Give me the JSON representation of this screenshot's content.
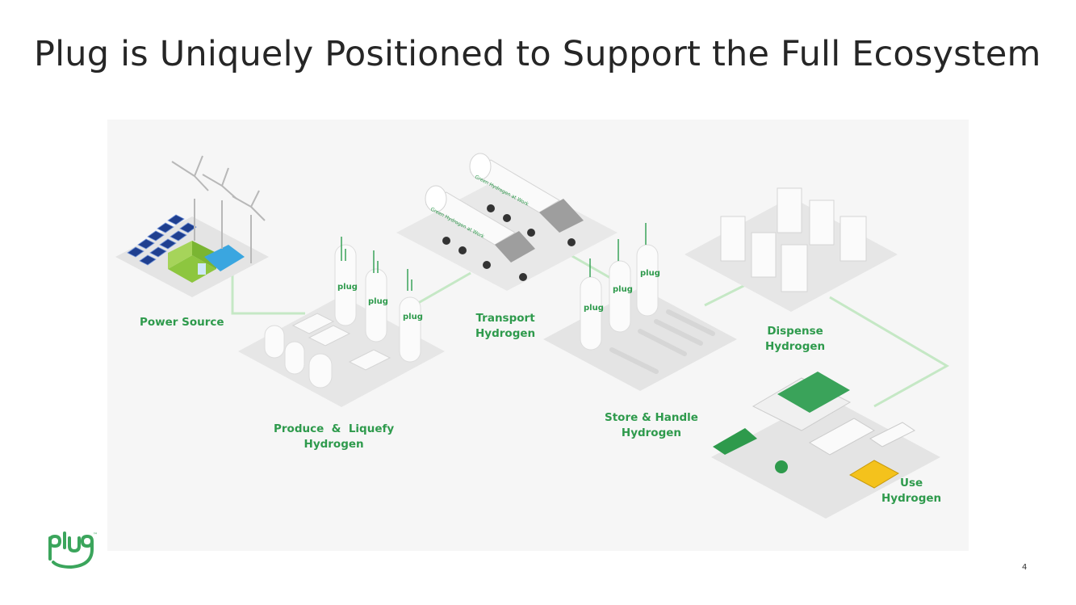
{
  "slide": {
    "title": "Plug is Uniquely Positioned to Support the Full Ecosystem",
    "page_number": "4"
  },
  "diagram": {
    "stages": {
      "power": {
        "label": "Power Source"
      },
      "produce": {
        "line1": "Produce  &  Liquefy",
        "line2": "Hydrogen"
      },
      "transport": {
        "line1": "Transport",
        "line2": "Hydrogen"
      },
      "store": {
        "line1": "Store & Handle",
        "line2": "Hydrogen"
      },
      "dispense": {
        "line1": "Dispense",
        "line2": "Hydrogen"
      },
      "use": {
        "line1": "Use",
        "line2": "Hydrogen"
      }
    },
    "truck_text": "Green Hydrogen at Work",
    "brand_mark": "plug"
  },
  "logo": {
    "text": "plug",
    "trademark": "™"
  },
  "colors": {
    "brand_green": "#2e9a4c",
    "panel_bg": "#f6f6f6",
    "platform": "#e4e4e4",
    "connector": "#c5e8c5"
  }
}
